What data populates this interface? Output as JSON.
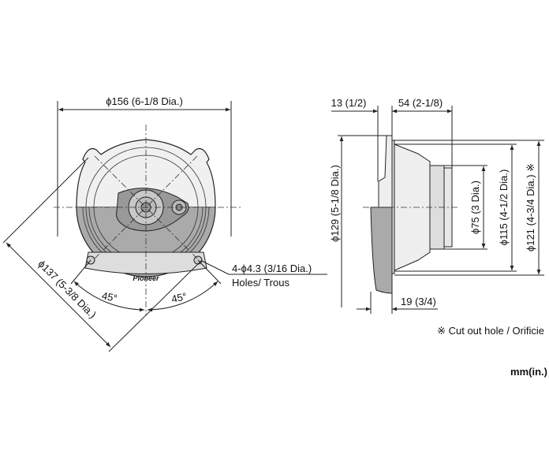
{
  "front_view": {
    "outer_diameter": "ϕ156 (6-1/8 Dia.)",
    "hole_circle": "ϕ137 (5-3/8 Dia.)",
    "angle_left": "45°",
    "angle_right": "45°",
    "holes_spec": "4-ϕ4.3 (3/16 Dia.)",
    "holes_label": "Holes/ Trous",
    "logo": "Pioneer"
  },
  "side_view": {
    "flange_depth": "13 (1/2)",
    "mount_depth": "54 (2-1/8)",
    "front_depth": "19 (3/4)",
    "dia_129": "ϕ129 (5-1/8 Dia.)",
    "dia_75": "ϕ75 (3 Dia.)",
    "dia_115": "ϕ115 (4-1/2 Dia.)",
    "dia_121": "ϕ121 (4-3/4 Dia.) ※"
  },
  "notes": {
    "cutout": "※ Cut out hole / Orificie",
    "units": "mm(in.)"
  }
}
